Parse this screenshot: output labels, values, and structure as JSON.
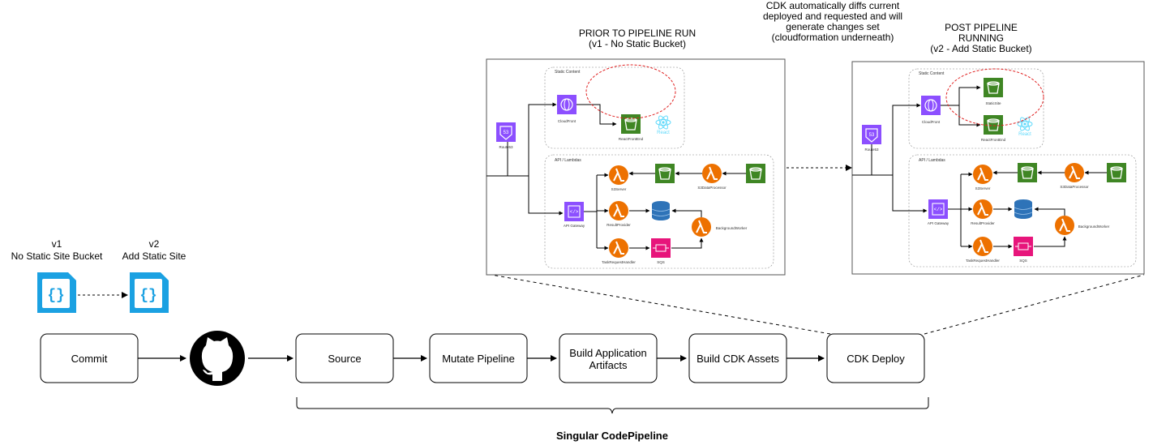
{
  "versions": {
    "v1": {
      "label": "v1",
      "desc": "No Static Site Bucket"
    },
    "v2": {
      "label": "v2",
      "desc": "Add Static Site"
    }
  },
  "pipeline": {
    "commit": "Commit",
    "source": "Source",
    "mutate": "Mutate Pipeline",
    "build_app_line1": "Build Application",
    "build_app_line2": "Artifacts",
    "build_cdk": "Build CDK Assets",
    "cdk_deploy": "CDK Deploy",
    "caption": "Singular CodePipeline"
  },
  "prior": {
    "title_line1": "PRIOR TO PIPELINE RUN",
    "title_line2": "(v1 - No Static Bucket)"
  },
  "post": {
    "title_line1": "POST PIPELINE",
    "title_line2": "RUNNING",
    "title_line3": "(v2 - Add Static Bucket)"
  },
  "cdk_note": {
    "line1": "CDK automatically diffs current",
    "line2": "deployed and requested and will",
    "line3": "generate changes set",
    "line4": "(cloudformation underneath)"
  },
  "arch": {
    "static_content": "Static Content",
    "api_lambdas": "API / Lambdas",
    "route53": "Route53",
    "cloudfront": "CloudFront",
    "react_front_end": "ReactFrontEnd",
    "static_site": "StaticSite",
    "react": "React",
    "s3_server": "S3Server",
    "s3_data_processor": "S3DataProcessor",
    "api_gateway": "API Gateway",
    "result_provider": "ResultProvider",
    "background_worker": "BackgroundWorker",
    "task_request_handler": "TaskRequestHandler",
    "sqs": "SQS"
  },
  "colors": {
    "purple": "#8C4FFF",
    "green": "#3F8624",
    "orange": "#ED7100",
    "pink": "#E7157B",
    "blue": "#2E73B8",
    "react": "#61DAFB",
    "json_icon": "#1BA1E2",
    "dashed_red": "#E02020"
  }
}
